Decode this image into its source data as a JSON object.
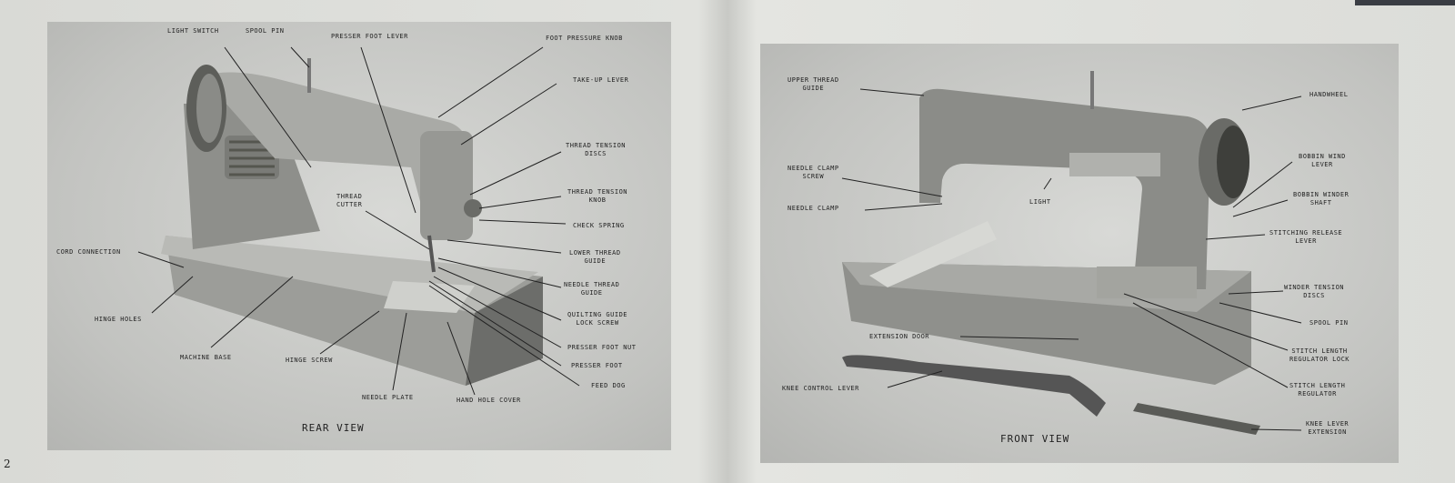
{
  "page_number": "2",
  "rear": {
    "caption": "REAR VIEW",
    "labels": {
      "light_switch": "LIGHT SWITCH",
      "spool_pin": "SPOOL PIN",
      "presser_foot_lever": "PRESSER FOOT LEVER",
      "foot_pressure_knob": "FOOT PRESSURE KNOB",
      "take_up_lever": "TAKE-UP LEVER",
      "thread_tension_discs": "THREAD TENSION\nDISCS",
      "thread_tension_knob": "THREAD TENSION\nKNOB",
      "thread_cutter": "THREAD\nCUTTER",
      "check_spring": "CHECK SPRING",
      "lower_thread_guide": "LOWER THREAD\nGUIDE",
      "needle_thread_guide": "NEEDLE THREAD\nGUIDE",
      "quilting_guide_lock_screw": "QUILTING GUIDE\nLOCK SCREW",
      "presser_foot_nut": "PRESSER FOOT NUT",
      "presser_foot": "PRESSER FOOT",
      "feed_dog": "FEED DOG",
      "cord_connection": "CORD CONNECTION",
      "hinge_holes": "HINGE HOLES",
      "machine_base": "MACHINE BASE",
      "hinge_screw": "HINGE SCREW",
      "needle_plate": "NEEDLE PLATE",
      "hand_hole_cover": "HAND HOLE COVER"
    }
  },
  "front": {
    "caption": "FRONT VIEW",
    "labels": {
      "upper_thread_guide": "UPPER THREAD\nGUIDE",
      "handwheel": "HANDWHEEL",
      "needle_clamp_screw": "NEEDLE CLAMP\nSCREW",
      "needle_clamp": "NEEDLE CLAMP",
      "light": "LIGHT",
      "bobbin_wind_lever": "BOBBIN WIND\nLEVER",
      "bobbin_winder_shaft": "BOBBIN WINDER\nSHAFT",
      "stitching_release_lever": "STITCHING RELEASE\nLEVER",
      "winder_tension_discs": "WINDER TENSION\nDISCS",
      "spool_pin": "SPOOL PIN",
      "stitch_length_regulator_lock": "STITCH LENGTH\nREGULATOR LOCK",
      "stitch_length_regulator": "STITCH LENGTH\nREGULATOR",
      "extension_door": "EXTENSION DOOR",
      "knee_control_lever": "KNEE CONTROL LEVER",
      "knee_lever_extension": "KNEE LEVER\nEXTENSION"
    }
  }
}
